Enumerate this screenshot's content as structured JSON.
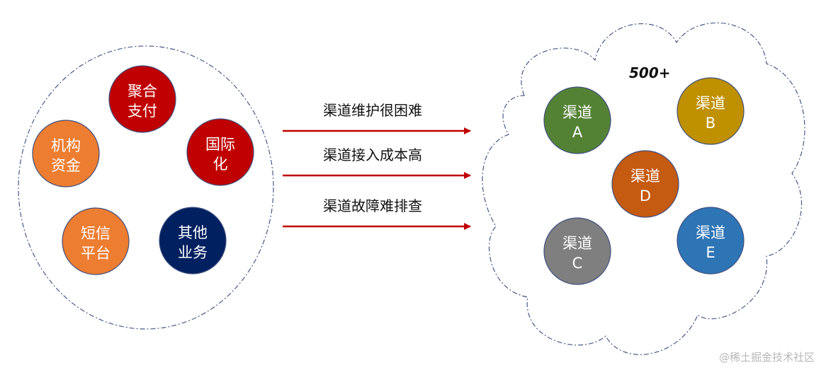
{
  "business_group": {
    "nodes": [
      {
        "id": "aggregate-payment",
        "lines": [
          "聚合",
          "支付"
        ],
        "color": "#c00000"
      },
      {
        "id": "institution-funds",
        "lines": [
          "机构",
          "资金"
        ],
        "color": "#ed7d31"
      },
      {
        "id": "internationalization",
        "lines": [
          "国际",
          "化"
        ],
        "color": "#c00000"
      },
      {
        "id": "sms-platform",
        "lines": [
          "短信",
          "平台"
        ],
        "color": "#ed7d31"
      },
      {
        "id": "other-business",
        "lines": [
          "其他",
          "业务"
        ],
        "color": "#002060"
      }
    ]
  },
  "problems": [
    {
      "id": "maintenance",
      "label": "渠道维护很困难"
    },
    {
      "id": "integration-cost",
      "label": "渠道接入成本高"
    },
    {
      "id": "troubleshooting",
      "label": "渠道故障难排查"
    }
  ],
  "channel_cloud": {
    "count_label": "500+",
    "nodes": [
      {
        "id": "a",
        "lines": [
          "渠道",
          "A"
        ],
        "color": "#548235"
      },
      {
        "id": "b",
        "lines": [
          "渠道",
          "B"
        ],
        "color": "#bf9000"
      },
      {
        "id": "d",
        "lines": [
          "渠道",
          "D"
        ],
        "color": "#c55a11"
      },
      {
        "id": "c",
        "lines": [
          "渠道",
          "C"
        ],
        "color": "#7f7f7f"
      },
      {
        "id": "e",
        "lines": [
          "渠道",
          "E"
        ],
        "color": "#2e75b6"
      }
    ]
  },
  "colors": {
    "arrow": "#c00000",
    "outline": "#4a5a8a"
  },
  "watermark": "@稀土掘金技术社区"
}
